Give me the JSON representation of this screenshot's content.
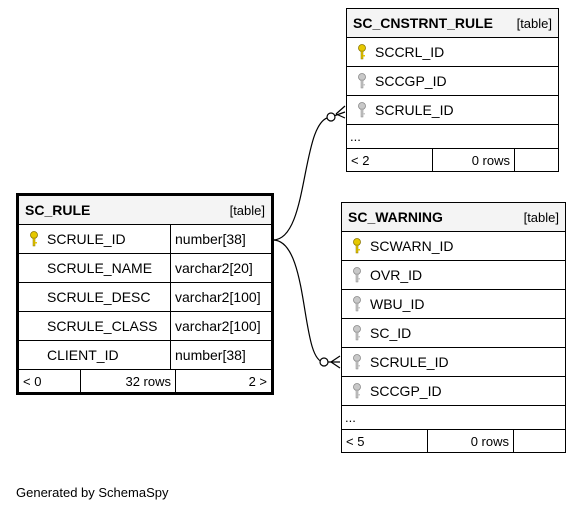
{
  "colors": {
    "primary_key": "#e6c800",
    "foreign_key": "#a8a8a8"
  },
  "tables": {
    "sc_cnstrnt_rule": {
      "name": "SC_CNSTRNT_RULE",
      "type": "[table]",
      "columns": [
        {
          "name": "SCCRL_ID",
          "key": "primary-key-icon"
        },
        {
          "name": "SCCGP_ID",
          "key": "foreign-key-icon"
        },
        {
          "name": "SCRULE_ID",
          "key": "foreign-key-icon"
        }
      ],
      "ellipsis": "...",
      "footer": {
        "nav": "< 2",
        "rows": "0 rows"
      }
    },
    "sc_rule": {
      "name": "SC_RULE",
      "type": "[table]",
      "columns": [
        {
          "name": "SCRULE_ID",
          "datatype": "number[38]",
          "key": "primary-key-icon"
        },
        {
          "name": "SCRULE_NAME",
          "datatype": "varchar2[20]"
        },
        {
          "name": "SCRULE_DESC",
          "datatype": "varchar2[100]"
        },
        {
          "name": "SCRULE_CLASS",
          "datatype": "varchar2[100]"
        },
        {
          "name": "CLIENT_ID",
          "datatype": "number[38]"
        }
      ],
      "footer": {
        "nav_left": "< 0",
        "rows": "32 rows",
        "nav_right": "2 >"
      }
    },
    "sc_warning": {
      "name": "SC_WARNING",
      "type": "[table]",
      "columns": [
        {
          "name": "SCWARN_ID",
          "key": "primary-key-icon"
        },
        {
          "name": "OVR_ID",
          "key": "foreign-key-icon"
        },
        {
          "name": "WBU_ID",
          "key": "foreign-key-icon"
        },
        {
          "name": "SC_ID",
          "key": "foreign-key-icon"
        },
        {
          "name": "SCRULE_ID",
          "key": "foreign-key-icon"
        },
        {
          "name": "SCCGP_ID",
          "key": "foreign-key-icon"
        }
      ],
      "ellipsis": "...",
      "footer": {
        "nav": "< 5",
        "rows": "0 rows"
      }
    }
  },
  "footer_note": "Generated by SchemaSpy"
}
